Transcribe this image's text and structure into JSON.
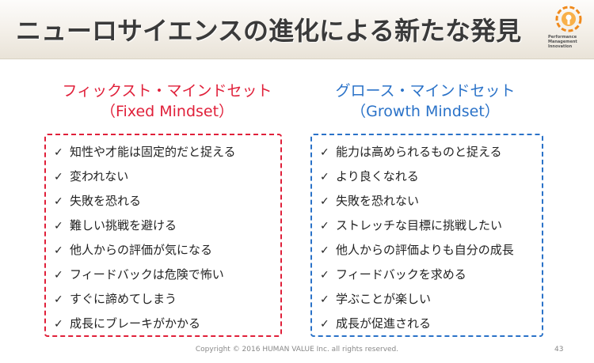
{
  "title": "ニューロサイエンスの進化による新たな発見",
  "logo": {
    "lines": [
      "Performance",
      "Management",
      "Innovation"
    ]
  },
  "fixed": {
    "title_ja": "フィックスト・マインドセット",
    "title_en": "（Fixed Mindset）",
    "items": [
      "知性や才能は固定的だと捉える",
      "変われない",
      "失敗を恐れる",
      "難しい挑戦を避ける",
      "他人からの評価が気になる",
      "フィードバックは危険で怖い",
      "すぐに諦めてしまう",
      "成長にブレーキがかかる"
    ]
  },
  "growth": {
    "title_ja": "グロース・マインドセット",
    "title_en": "（Growth Mindset）",
    "items": [
      "能力は高められるものと捉える",
      "より良くなれる",
      "失敗を恐れない",
      "ストレッチな目標に挑戦したい",
      "他人からの評価よりも自分の成長",
      "フィードバックを求める",
      "学ぶことが楽しい",
      "成長が促進される"
    ]
  },
  "check_mark": "✓",
  "footer": "Copyright © 2016 HUMAN VALUE Inc. all rights reserved.",
  "page_number": "43",
  "colors": {
    "fixed": "#e0203a",
    "growth": "#2a72c8",
    "logo": "#f08a1c"
  }
}
